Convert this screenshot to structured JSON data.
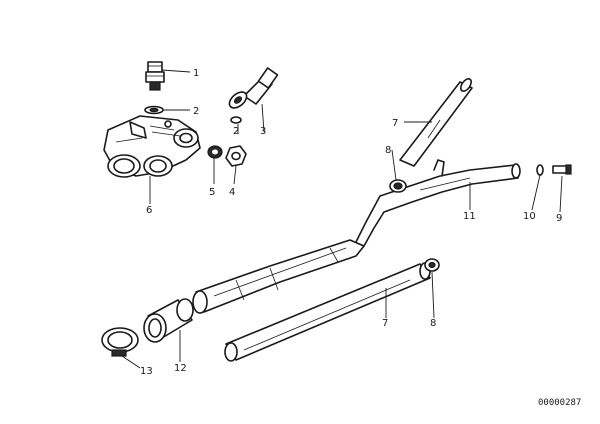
{
  "callouts": {
    "c1_top": "1",
    "c2_left": "2",
    "c2_right": "2",
    "c3": "3",
    "c4": "4",
    "c5": "5",
    "c6": "6",
    "c7_upper": "7",
    "c7_lower": "7",
    "c8_upper": "8",
    "c8_lower": "8",
    "c9": "9",
    "c10": "10",
    "c11": "11",
    "c12": "12",
    "c13": "13"
  },
  "drawing_number": "00000287"
}
